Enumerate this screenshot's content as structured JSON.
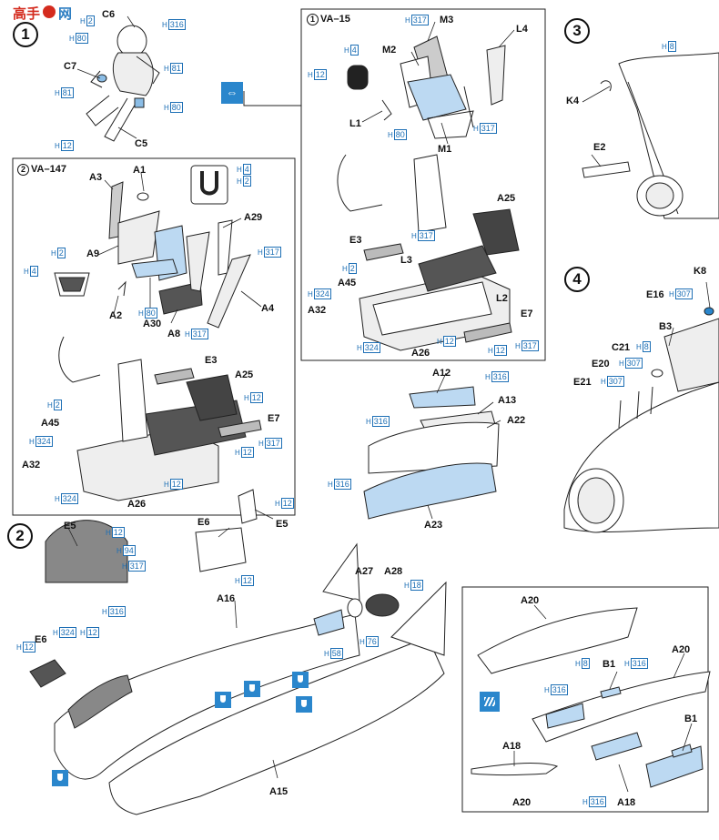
{
  "watermark": {
    "brand": "高手",
    "suffix": "网"
  },
  "steps": {
    "s1": "1",
    "s2": "2",
    "s3": "3",
    "s4": "4"
  },
  "panels": {
    "va15": {
      "num": "1",
      "title": "VA–15"
    },
    "va147": {
      "num": "2",
      "title": "VA–147"
    }
  },
  "labels": {
    "C6": "C6",
    "C7": "C7",
    "C5": "C5",
    "M3": "M3",
    "M2": "M2",
    "L4": "L4",
    "L1": "L1",
    "M1": "M1",
    "A25": "A25",
    "E3": "E3",
    "L3": "L3",
    "A45": "A45",
    "L2": "L2",
    "A32": "A32",
    "E7": "E7",
    "A26": "A26",
    "A3": "A3",
    "A1": "A1",
    "A29": "A29",
    "A9": "A9",
    "A4": "A4",
    "A2": "A2",
    "A30": "A30",
    "A8": "A8",
    "E3b": "E3",
    "A25b": "A25",
    "A45b": "A45",
    "E7b": "E7",
    "A32b": "A32",
    "A26b": "A26",
    "A12": "A12",
    "A13": "A13",
    "A22": "A22",
    "A23": "A23",
    "K4": "K4",
    "E2": "E2",
    "K8": "K8",
    "E16": "E16",
    "B3": "B3",
    "C21": "C21",
    "E20": "E20",
    "E21": "E21",
    "E5": "E5",
    "E6": "E6",
    "E6b": "E6",
    "E5b": "E5",
    "A16": "A16",
    "A27": "A27",
    "A28": "A28",
    "E6c": "E6",
    "A15": "A15",
    "A20": "A20",
    "B1": "B1",
    "A20b": "A20",
    "B1b": "B1",
    "A18": "A18",
    "A20c": "A20",
    "A18b": "A18"
  },
  "paints": {
    "p1": "316",
    "p2": "80",
    "p3": "81",
    "p4": "81",
    "p5": "80",
    "p6": "12",
    "p7": "2",
    "v1": "317",
    "v2": "4",
    "v3": "12",
    "v4": "80",
    "v5": "317",
    "v6": "317",
    "v7": "2",
    "v8": "324",
    "v9": "12",
    "v10": "324",
    "v11": "12",
    "v12": "317",
    "w1": "4",
    "w2": "2",
    "w3": "317",
    "w4": "2",
    "w5": "4",
    "w6": "80",
    "w7": "317",
    "w8": "12",
    "w9": "12",
    "w10": "317",
    "w11": "2",
    "w12": "324",
    "w13": "12",
    "w14": "324",
    "a1": "316",
    "a2": "316",
    "a3": "316",
    "k1": "8",
    "f1": "307",
    "f2": "8",
    "f3": "307",
    "f4": "307",
    "g1": "12",
    "g2": "94",
    "g3": "317",
    "g4": "316",
    "g5": "12",
    "g6": "12",
    "g7": "18",
    "g8": "58",
    "g9": "76",
    "g10": "12",
    "g11": "324",
    "g12": "12",
    "t1": "8",
    "t2": "316",
    "t3": "316",
    "t4": "316"
  },
  "colors": {
    "paint_blue": "#1d6fb5",
    "part_fill": "#bcd9f2",
    "symbol": "#2a86cc"
  }
}
